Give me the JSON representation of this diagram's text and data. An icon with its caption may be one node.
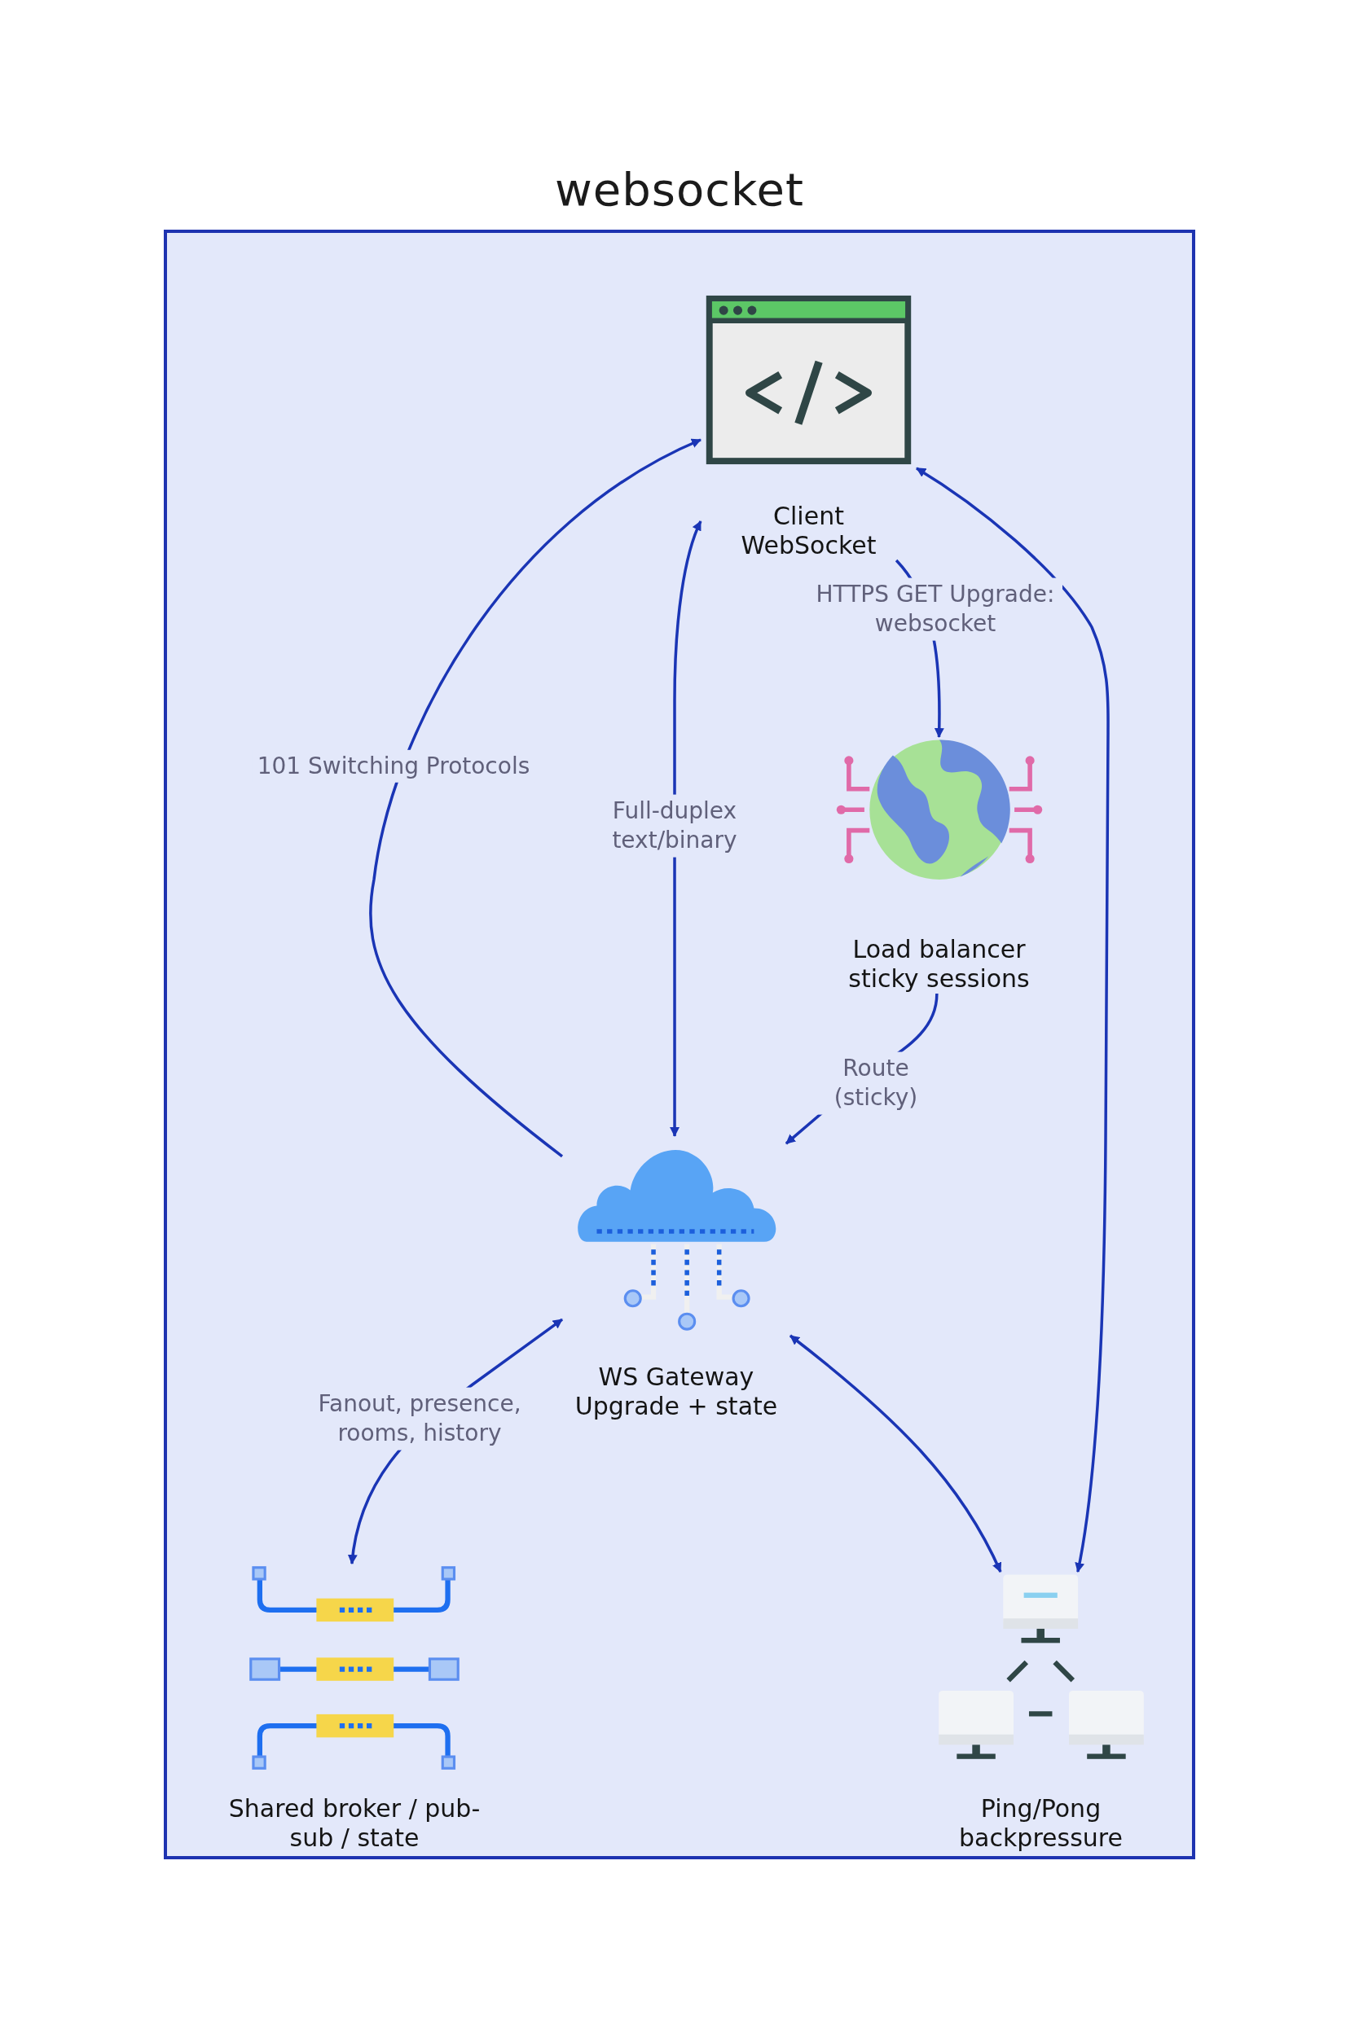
{
  "diagram": {
    "title": "websocket",
    "nodes": [
      {
        "text": [
          "Client WebSocket"
        ]
      },
      {
        "text": [
          "Load balancer sticky sessions"
        ]
      },
      {
        "text": [
          "WS Gateway Upgrade + state"
        ]
      },
      {
        "text": [
          "Shared broker / pub-sub / state"
        ]
      },
      {
        "text": [
          "Ping/Pong backpressure"
        ]
      }
    ],
    "edges": [
      {
        "from": 0,
        "to": 1,
        "arrow": "to",
        "label": "HTTPS GET Upgrade: websocket"
      },
      {
        "from": 1,
        "to": 2,
        "arrow": "to",
        "label": "Route (sticky)"
      },
      {
        "from": 2,
        "to": 0,
        "arrow": "to",
        "label": "101 Switching Protocols"
      },
      {
        "from": 0,
        "to": 2,
        "arrow": "both",
        "label": "Full-duplex text/binary"
      },
      {
        "from": 2,
        "to": 3,
        "arrow": "both",
        "label": "Fanout, presence, rooms, history"
      },
      {
        "from": 2,
        "to": 4,
        "arrow": "both"
      },
      {
        "from": 0,
        "to": 4,
        "arrow": "both"
      }
    ]
  }
}
